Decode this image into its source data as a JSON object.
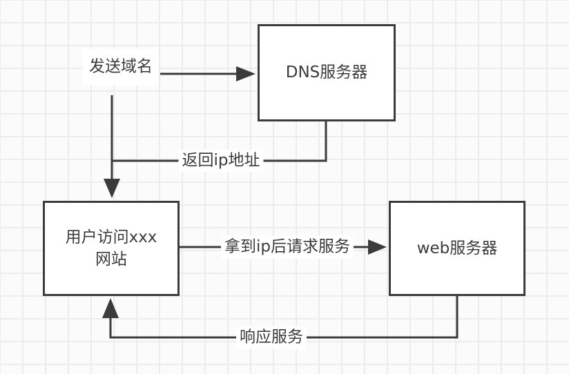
{
  "diagram": {
    "nodes": {
      "dns": {
        "label": "DNS服务器"
      },
      "user": {
        "label": "用户访问xxx\n网站"
      },
      "web": {
        "label": "web服务器"
      }
    },
    "edges": {
      "send_domain": {
        "label": "发送域名"
      },
      "return_ip": {
        "label": "返回ip地址"
      },
      "request_service": {
        "label": "拿到ip后请求服务"
      },
      "respond_service": {
        "label": "响应服务"
      }
    }
  },
  "colors": {
    "stroke": "#3b3b3b",
    "node_fill": "#ffffff",
    "grid_line": "#ececec",
    "canvas_bg": "#fbfbfb",
    "label_bg": "#ffffff",
    "text_color": "#3b3b3b"
  }
}
